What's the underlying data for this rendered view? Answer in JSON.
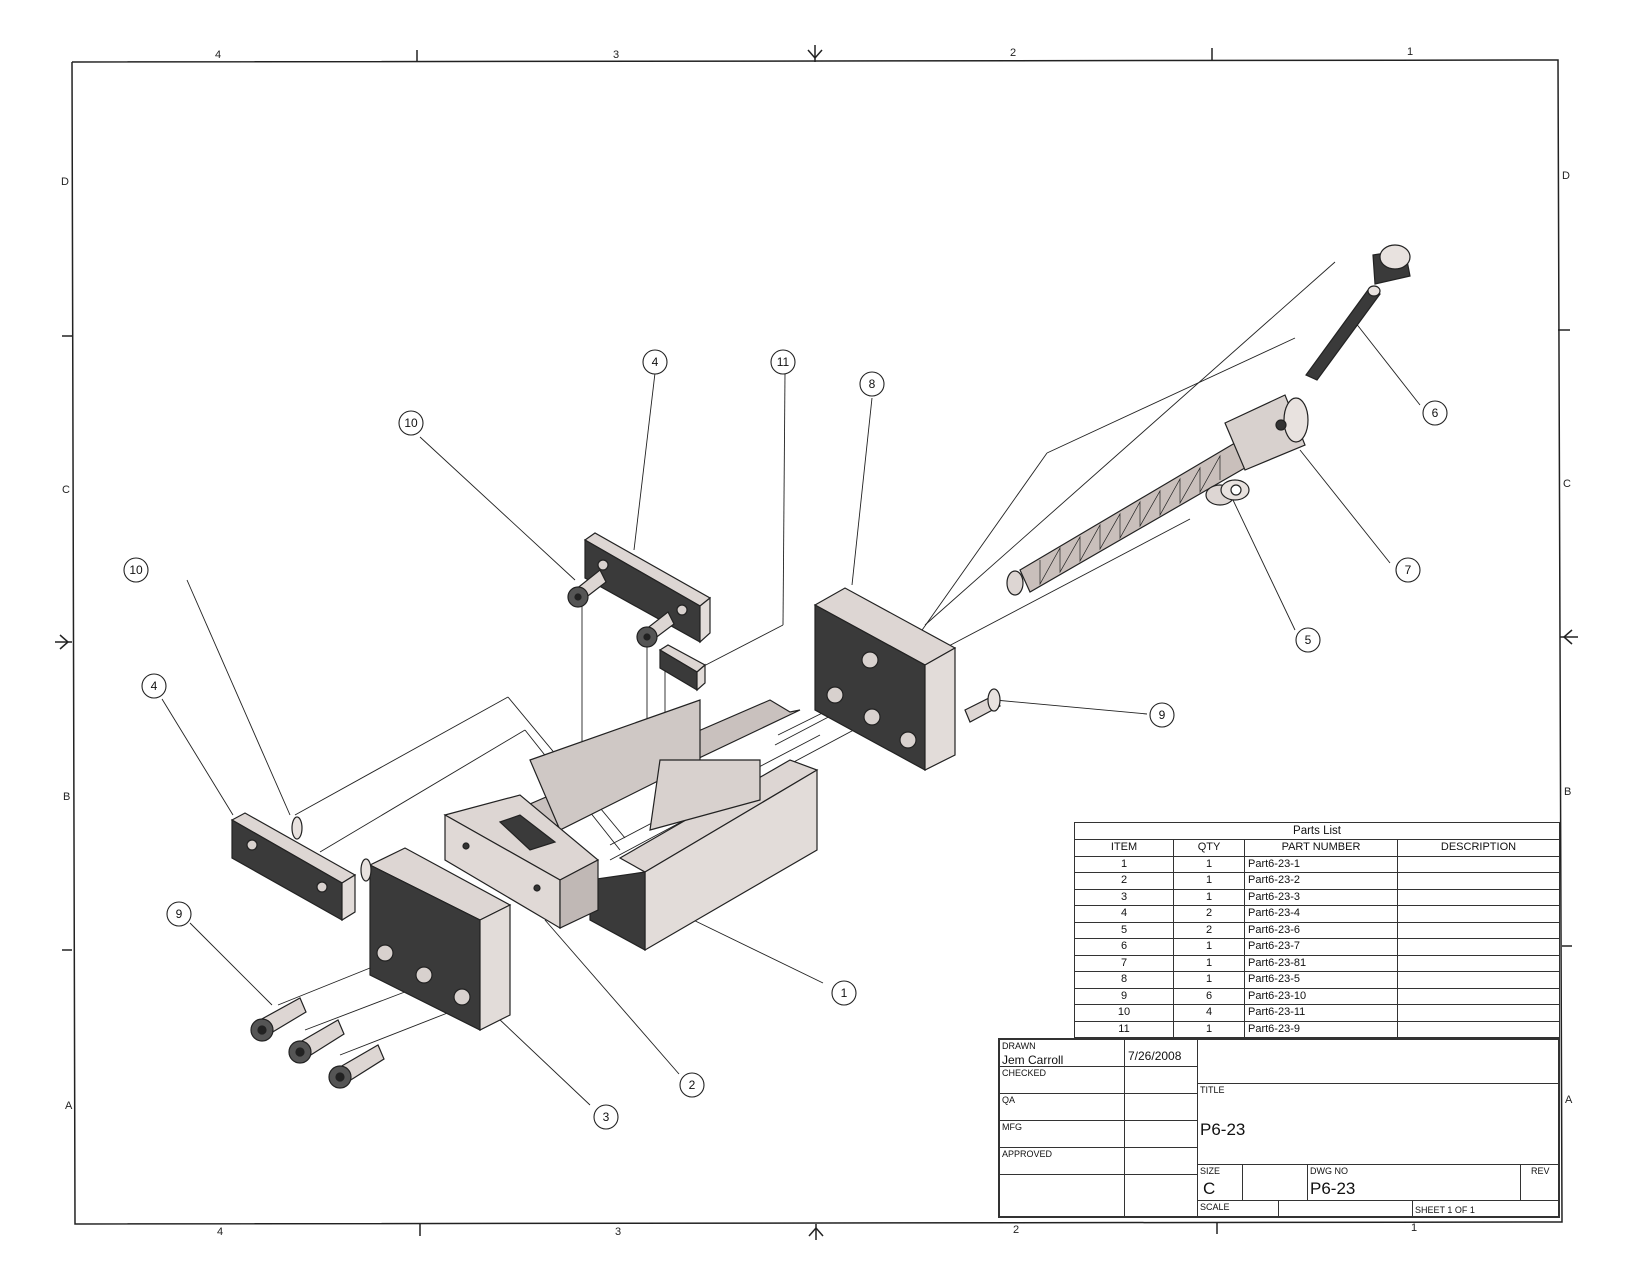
{
  "zones": {
    "columns_top": [
      "4",
      "3",
      "2",
      "1"
    ],
    "columns_bottom": [
      "4",
      "3",
      "2",
      "1"
    ],
    "rows_left": [
      "D",
      "C",
      "B",
      "A"
    ],
    "rows_right": [
      "D",
      "C",
      "B",
      "A"
    ]
  },
  "balloons": [
    "1",
    "2",
    "3",
    "4",
    "4",
    "5",
    "6",
    "7",
    "8",
    "9",
    "9",
    "10",
    "10",
    "11"
  ],
  "parts_list": {
    "title": "Parts List",
    "headers": [
      "ITEM",
      "QTY",
      "PART NUMBER",
      "DESCRIPTION"
    ],
    "rows": [
      [
        "1",
        "1",
        "Part6-23-1",
        ""
      ],
      [
        "2",
        "1",
        "Part6-23-2",
        ""
      ],
      [
        "3",
        "1",
        "Part6-23-3",
        ""
      ],
      [
        "4",
        "2",
        "Part6-23-4",
        ""
      ],
      [
        "5",
        "2",
        "Part6-23-6",
        ""
      ],
      [
        "6",
        "1",
        "Part6-23-7",
        ""
      ],
      [
        "7",
        "1",
        "Part6-23-81",
        ""
      ],
      [
        "8",
        "1",
        "Part6-23-5",
        ""
      ],
      [
        "9",
        "6",
        "Part6-23-10",
        ""
      ],
      [
        "10",
        "4",
        "Part6-23-11",
        ""
      ],
      [
        "11",
        "1",
        "Part6-23-9",
        ""
      ]
    ]
  },
  "title_block": {
    "drawn_label": "DRAWN",
    "drawn_by": "Jem Carroll",
    "drawn_date": "7/26/2008",
    "checked_label": "CHECKED",
    "qa_label": "QA",
    "mfg_label": "MFG",
    "approved_label": "APPROVED",
    "title_label": "TITLE",
    "title": "P6-23",
    "size_label": "SIZE",
    "size": "C",
    "dwg_no_label": "DWG NO",
    "dwg_no": "P6-23",
    "rev_label": "REV",
    "scale_label": "SCALE",
    "sheet_text": "SHEET 1  OF 1"
  },
  "colors": {
    "line": "#222222",
    "part_face_dark": "#3a3a3a",
    "part_face_light": "#e2dcd9",
    "part_face_mid": "#c9c1be"
  }
}
